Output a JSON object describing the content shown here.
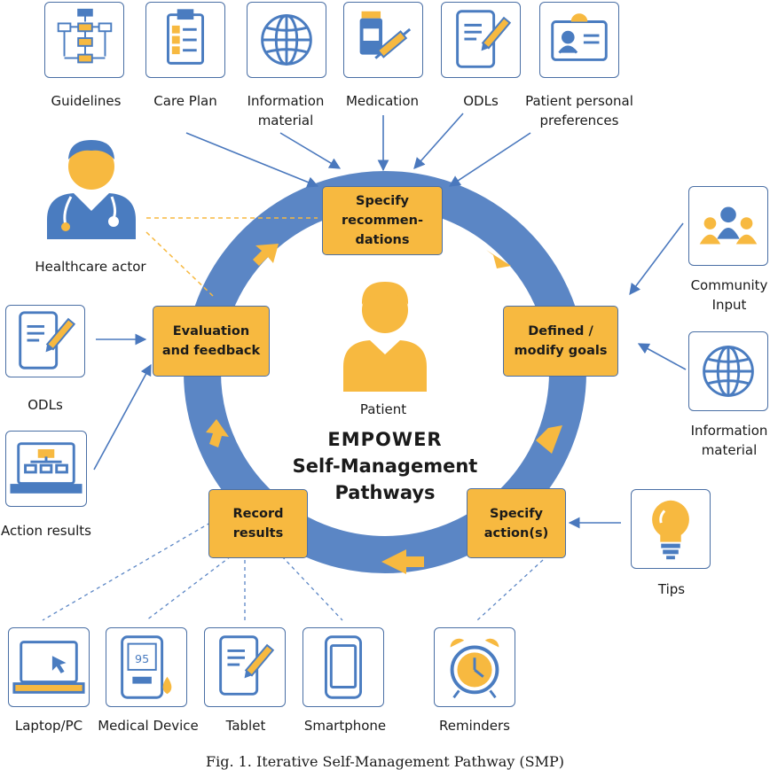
{
  "top_inputs": [
    {
      "name": "guidelines",
      "label": "Guidelines"
    },
    {
      "name": "care-plan",
      "label": "Care Plan"
    },
    {
      "name": "information-material-top",
      "label": "Information\nmaterial"
    },
    {
      "name": "medication",
      "label": "Medication"
    },
    {
      "name": "odls-top",
      "label": "ODLs"
    },
    {
      "name": "patient-preferences",
      "label": "Patient personal\npreferences"
    }
  ],
  "left_inputs": {
    "healthcare_actor": "Healthcare actor",
    "odls": "ODLs",
    "action_results": "Action results"
  },
  "right_inputs": {
    "community_input": "Community\nInput",
    "information_material": "Information\nmaterial",
    "tips": "Tips"
  },
  "bottom_outputs": [
    {
      "name": "laptop-pc",
      "label": "Laptop/PC"
    },
    {
      "name": "medical-device",
      "label": "Medical Device"
    },
    {
      "name": "tablet",
      "label": "Tablet"
    },
    {
      "name": "smartphone",
      "label": "Smartphone"
    },
    {
      "name": "reminders",
      "label": "Reminders"
    }
  ],
  "cycle_nodes": {
    "specify_recommendations": "Specify\nrecommen-\ndations",
    "defined_modify_goals": "Defined /\nmodify goals",
    "specify_actions": "Specify\naction(s)",
    "record_results": "Record\nresults",
    "evaluation_feedback": "Evaluation\nand feedback"
  },
  "center": {
    "patient_label": "Patient",
    "title_line1": "EMPOWER",
    "title_line2": "Self-Management",
    "title_line3": "Pathways",
    "device_reading": "95"
  },
  "caption": "Fig. 1. Iterative Self-Management Pathway (SMP)",
  "colors": {
    "ring": "#5b86c5",
    "node": "#f7b940",
    "icon_blue": "#4a7cc0",
    "icon_orange": "#f7b940",
    "arrow": "#4a78bd"
  }
}
